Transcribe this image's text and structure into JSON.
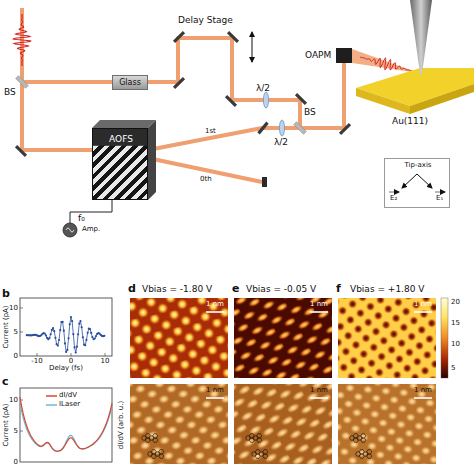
{
  "diagram": {
    "nodes": [
      {
        "text": [
          "Glass"
        ]
      },
      {
        "text": [
          "AOFS"
        ]
      },
      {
        "text": [
          "Tip-axis",
          "E₂",
          "E₁"
        ]
      }
    ],
    "labels": [
      "BS",
      "Delay Stage",
      "λ/2",
      "BS",
      "OAPM",
      "Au(111)",
      "λ/2",
      "1st",
      "0th",
      "f₀",
      "Amp.",
      "b",
      "Current (pA)",
      "Delay (fs)",
      "-10",
      "0",
      "10",
      "10",
      "5",
      "0",
      "c",
      "Current (pA)",
      "dI/dV (arb. u.)",
      "10",
      "5",
      "0",
      "d",
      "Vbias = -1.80 V",
      "1 nm",
      "1 nm",
      "e",
      "Vbias = -0.05 V",
      "1 nm",
      "1 nm",
      "f",
      "Vbias = +1.80 V",
      "1 nm",
      "1 nm",
      "20",
      "15",
      "10",
      "5"
    ],
    "legend": [
      {
        "text": "dI/dV"
      },
      {
        "text": "ILaser"
      }
    ]
  }
}
